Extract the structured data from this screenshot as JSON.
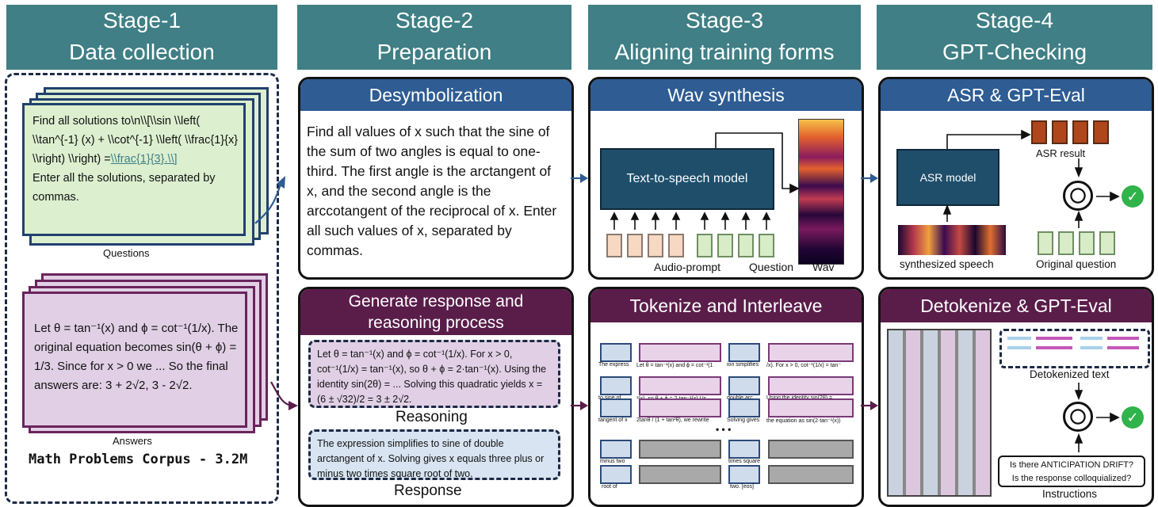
{
  "stages": [
    {
      "line1": "Stage-1",
      "line2": "Data collection"
    },
    {
      "line1": "Stage-2",
      "line2": "Preparation"
    },
    {
      "line1": "Stage-3",
      "line2": "Aligning training forms"
    },
    {
      "line1": "Stage-4",
      "line2": "GPT-Checking"
    }
  ],
  "stage1": {
    "question_text_a": "Find all solutions to\\n\\\\[\\\\sin \\\\left( \\\\tan^{-1} (x) + \\\\cot^{-1} \\\\left( \\\\frac{1}{x} \\\\right) \\\\right) =",
    "question_text_b": "\\\\frac{1}{3}.\\\\]",
    "question_text_c": "Enter all the solutions, separated by commas.",
    "questions_label": "Questions",
    "answer_text": "Let θ = tan⁻¹(x) and ϕ = cot⁻¹(1/x). The original equation becomes sin(θ + ϕ) = 1/3. Since for x > 0 we  ... So the final answers are: 3 + 2√2, 3 - 2√2.",
    "answers_label": "Answers",
    "corpus_label": "Math Problems  Corpus - 3.2M"
  },
  "stage2": {
    "desym_title": "Desymbolization",
    "desym_text": "Find all values of x such that the sine of the sum of two angles is equal to one-third. The first angle is the arctangent of x, and the second angle is the arccotangent of the reciprocal of x. Enter all such values of x, separated by commas.",
    "gen_title_1": "Generate response and",
    "gen_title_2": "reasoning process",
    "reasoning_text": "Let θ = tan⁻¹(x) and ϕ = cot⁻¹(1/x). For x > 0, cot⁻¹(1/x) = tan⁻¹(x), so θ + ϕ = 2·tan⁻¹(x). Using the identity sin(2θ) =  ... Solving this quadratic yields x = (6 ± √32)/2 = 3 ± 2√2.",
    "reasoning_label": "Reasoning",
    "response_text": "The expression simplifies to sine of double arctangent of x. Solving gives x equals three plus or minus two times square root of two.",
    "response_label": "Response"
  },
  "stage3": {
    "wav_title": "Wav synthesis",
    "tts_label": "Text-to-speech model",
    "audio_prompt_label": "Audio-prompt",
    "question_label": "Question",
    "wav_label": "Wav",
    "tok_title": "Tokenize and Interleave",
    "tok_rows": [
      {
        "a": "The express",
        "b": "Let θ = tan⁻¹(x) and ϕ = cot⁻¹(1",
        "c": "ion simplifies",
        "d": "/x). For x > 0, cot⁻¹(1/x) = tan⁻"
      },
      {
        "a": "to sine of",
        "b": "¹(x), so θ + ϕ = 2·tan⁻¹(x) Us",
        "c": "double arc",
        "d": "Using the identity sin(2θ) ="
      },
      {
        "a": "tangent of x",
        "b": "2tanθ / (1 + tan²θ), we rewrite",
        "c": "Solving gives",
        "d": "the equation as sin(2·tan⁻¹(x))"
      },
      {
        "a": "minus two",
        "b": "",
        "c": "times square",
        "d": ""
      },
      {
        "a": "root of",
        "b": "",
        "c": "two. [eos]",
        "d": ""
      }
    ],
    "ellipsis": "• • •"
  },
  "stage4": {
    "asr_title": "ASR & GPT-Eval",
    "asr_model_label": "ASR model",
    "asr_result_label": "ASR result",
    "synth_label": "synthesized speech",
    "orig_q_label": "Original question",
    "detok_title": "Detokenize & GPT-Eval",
    "detok_label": "Detokenized text",
    "instr_line1": "Is there ANTICIPATION DRIFT?",
    "instr_line2": "Is the response colloquialized?",
    "instructions_label": "Instructions",
    "check_glyph": "✓"
  },
  "colors": {
    "stage_header": "#3f7f85",
    "blue_title": "#2e5c93",
    "plum_title": "#5a1d4a",
    "green_card": "#dcefcf",
    "plum_card": "#e1d0e5",
    "check": "#2fb34a"
  }
}
